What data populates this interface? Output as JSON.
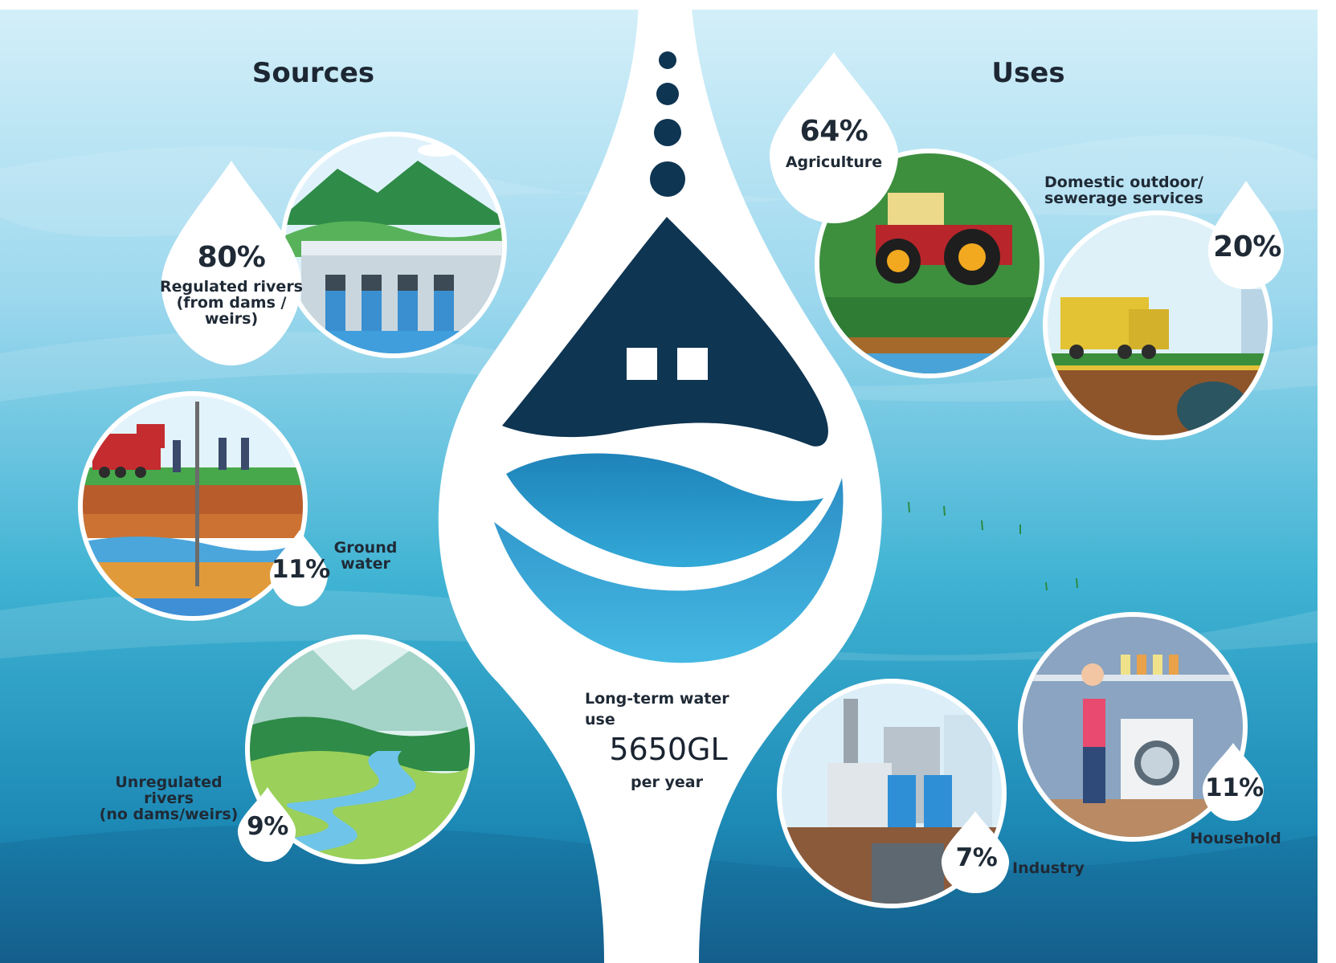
{
  "sources": {
    "title": "Sources",
    "regulated": {
      "percent": "80%",
      "line1": "Regulated rivers",
      "line2": "(from dams /",
      "line3": "weirs)"
    },
    "ground": {
      "percent": "11%",
      "line1": "Ground",
      "line2": "water"
    },
    "unregulated": {
      "percent": "9%",
      "line1": "Unregulated rivers",
      "line2": "(no dams/weirs)"
    }
  },
  "uses": {
    "title": "Uses",
    "agriculture": {
      "percent": "64%",
      "label": "Agriculture"
    },
    "domestic": {
      "percent": "20%",
      "line1": "Domestic outdoor/",
      "line2": "sewerage services"
    },
    "industry": {
      "percent": "7%",
      "label": "Industry"
    },
    "household": {
      "percent": "11%",
      "label": "Household"
    }
  },
  "total": {
    "line1": "Long-term water",
    "line2": "use",
    "value": "5650GL",
    "unit": "per year"
  },
  "colors": {
    "navy": "#0e3552",
    "sky": "#bfe6f6",
    "ocean": "#1fa4c8",
    "deep": "#1a6f9c",
    "white": "#ffffff"
  }
}
